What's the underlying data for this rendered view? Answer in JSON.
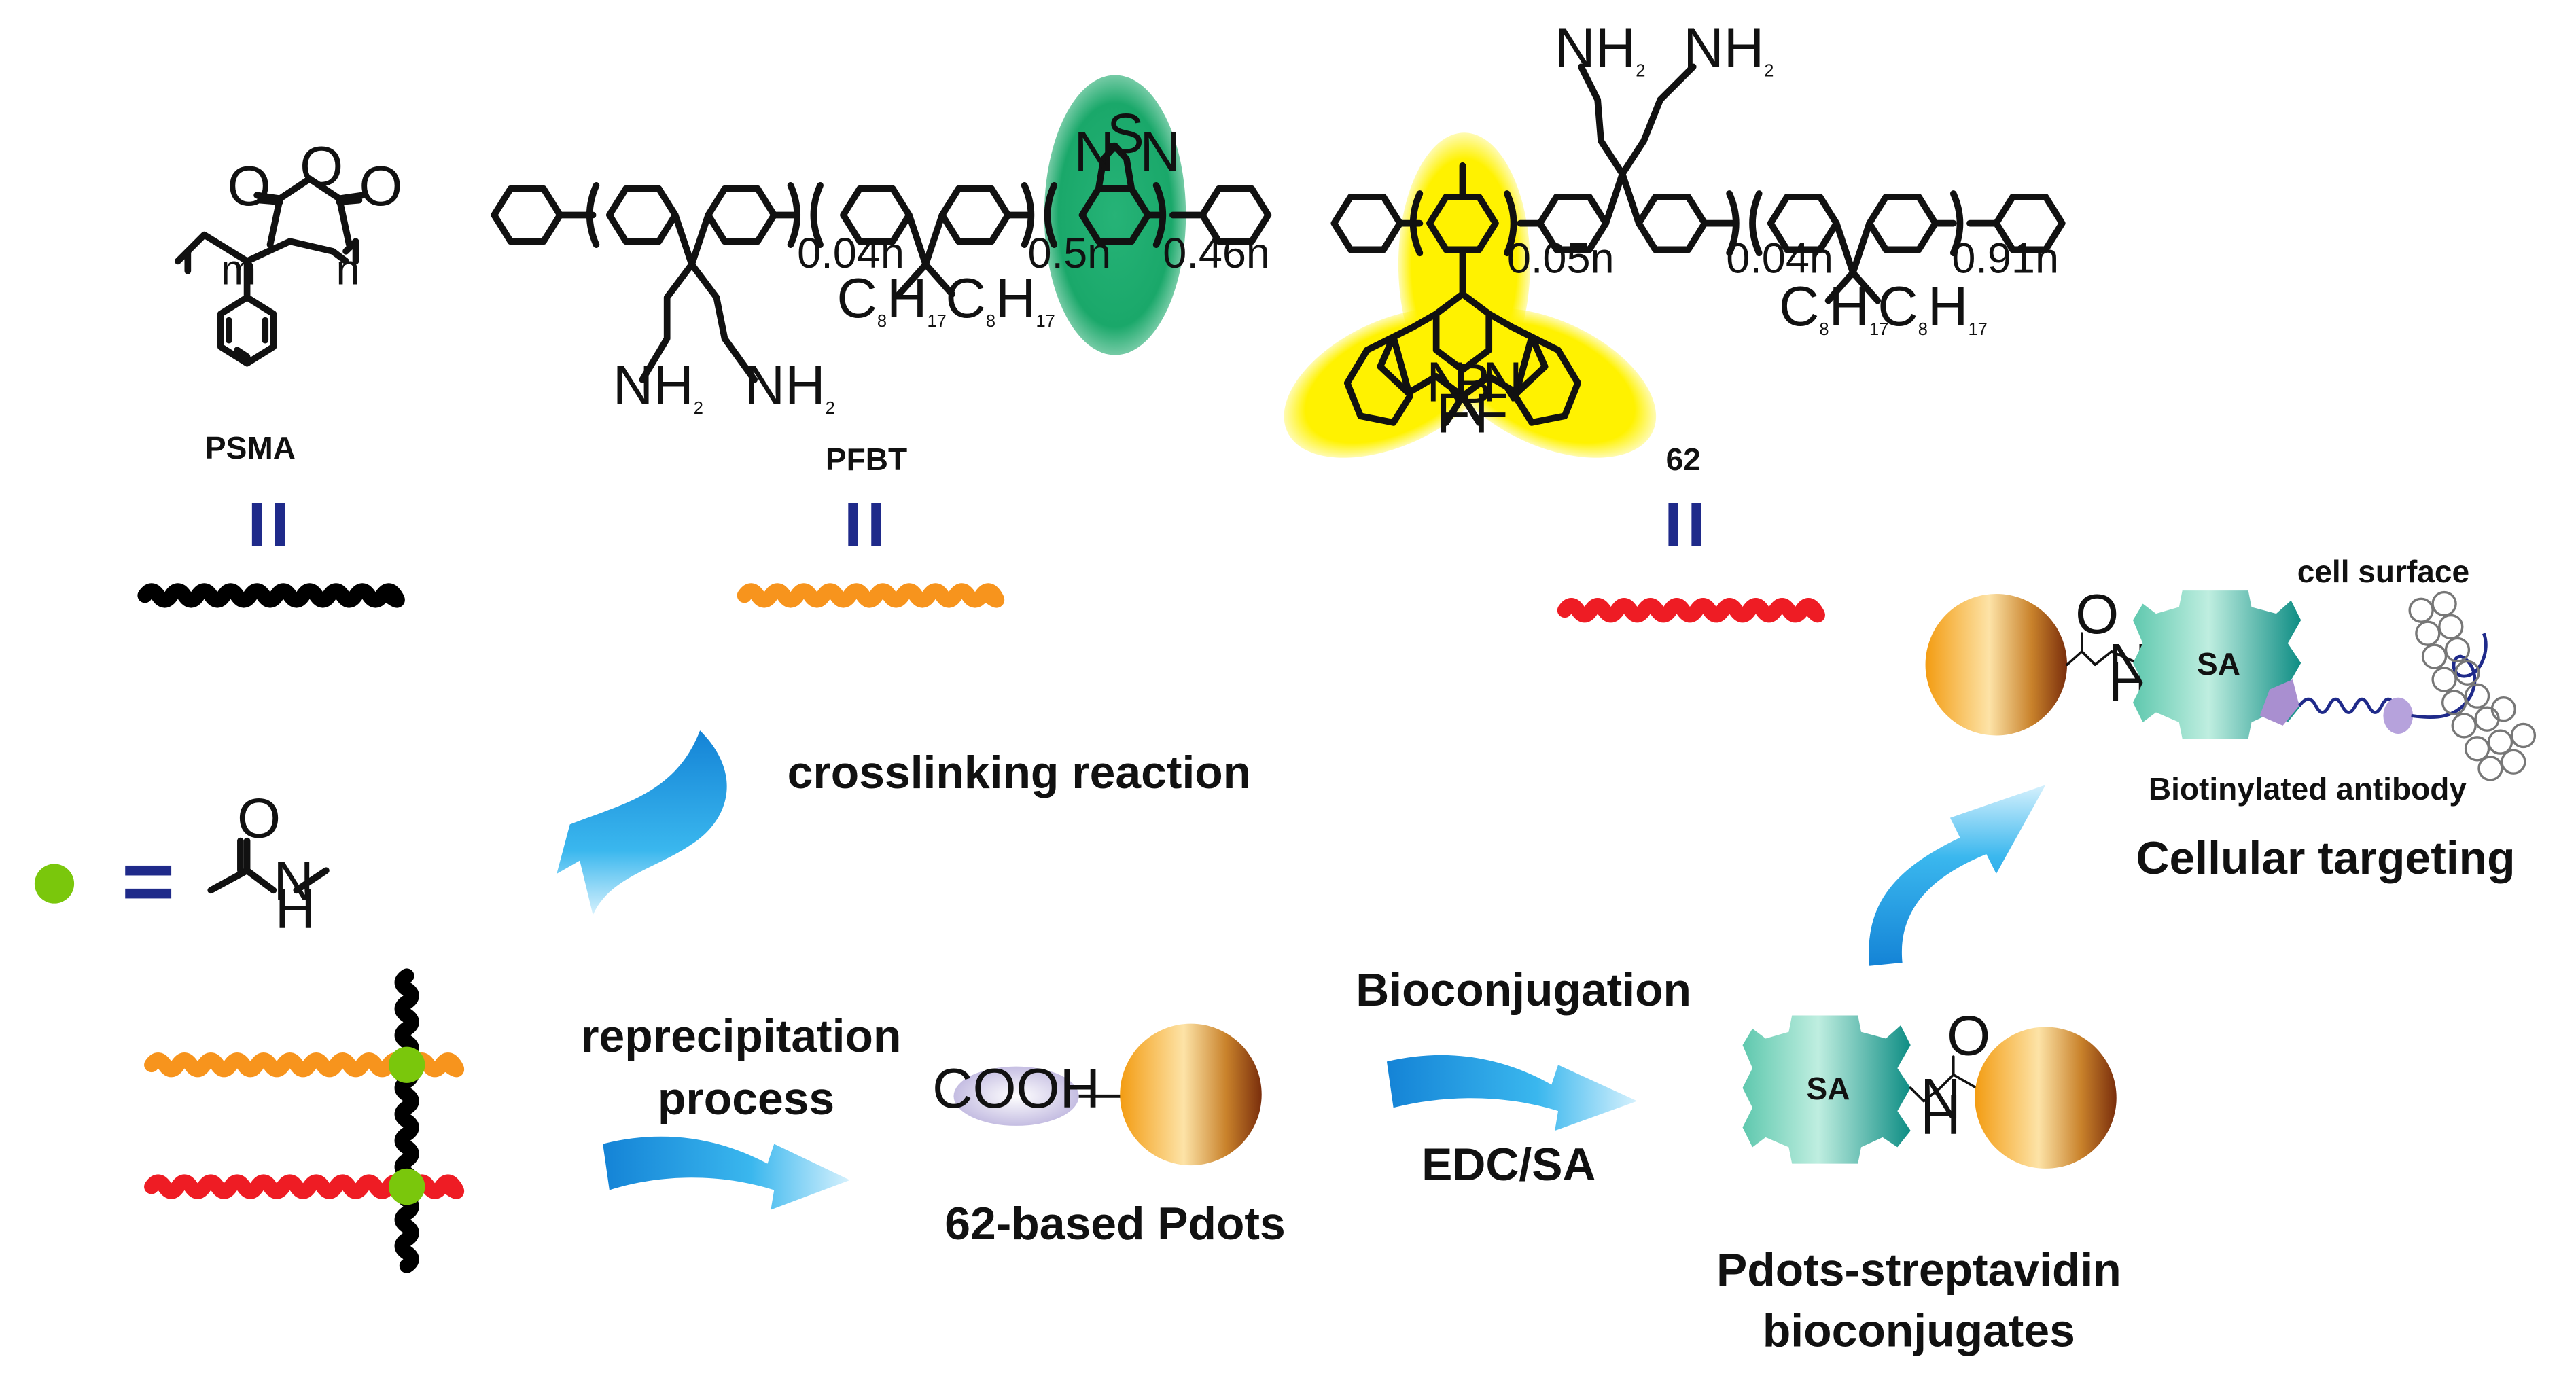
{
  "molecules": {
    "psma": {
      "name": "PSMA",
      "n": "n",
      "m": "m"
    },
    "pfbt": {
      "name": "PFBT",
      "x1": "0.04n",
      "x2": "0.5n",
      "x3": "0.46n",
      "alkyl1": "C8H17",
      "alkyl2": "C8H17",
      "amine1": "NH2",
      "amine2": "NH2",
      "het_s": "S",
      "het_n1": "N",
      "het_n2": "N"
    },
    "p62": {
      "name": "62",
      "x1": "0.05n",
      "x2": "0.04n",
      "x3": "0.91n",
      "alkyl1": "C8H17",
      "alkyl2": "C8H17",
      "amine1": "NH2",
      "amine2": "NH2",
      "atom_n1": "N",
      "atom_b": "B",
      "atom_n2": "N",
      "atom_f1": "F",
      "atom_f2": "F"
    }
  },
  "legend": {
    "equals": "=",
    "amide_o": "O",
    "amide_n": "N",
    "amide_h": "H"
  },
  "labels": {
    "crosslinking": "crosslinking reaction",
    "reprecipitation_line1": "reprecipitation",
    "reprecipitation_line2": "process",
    "bioconjugation": "Bioconjugation",
    "edc_sa": "EDC/SA",
    "pdots": "62-based Pdots",
    "cooh": "COOH",
    "streptavidin_line1": "Pdots-streptavidin",
    "streptavidin_line2": "bioconjugates",
    "sa": "SA",
    "sa2": "SA",
    "amide_o1": "O",
    "amide_n1": "N",
    "amide_h1": "H",
    "amide_o2": "O",
    "amide_n2": "N",
    "amide_h2": "H",
    "cell_surface": "cell surface",
    "antibody": "Biotinylated antibody",
    "targeting": "Cellular targeting"
  },
  "colors": {
    "psma_chain": "#000000",
    "pfbt_chain": "#f7941d",
    "p62_chain": "#ee1c24",
    "equals_bar": "#1f2a8a",
    "crosslink_dot": "#7ac70c",
    "arrow": "#1a9fe0",
    "dot_orange": "#f7a21c",
    "dot_brown": "#8b3a10",
    "sa_teal": "#3bb39a",
    "highlight_green": "#1aa86a",
    "highlight_yellow": "#fff200"
  }
}
